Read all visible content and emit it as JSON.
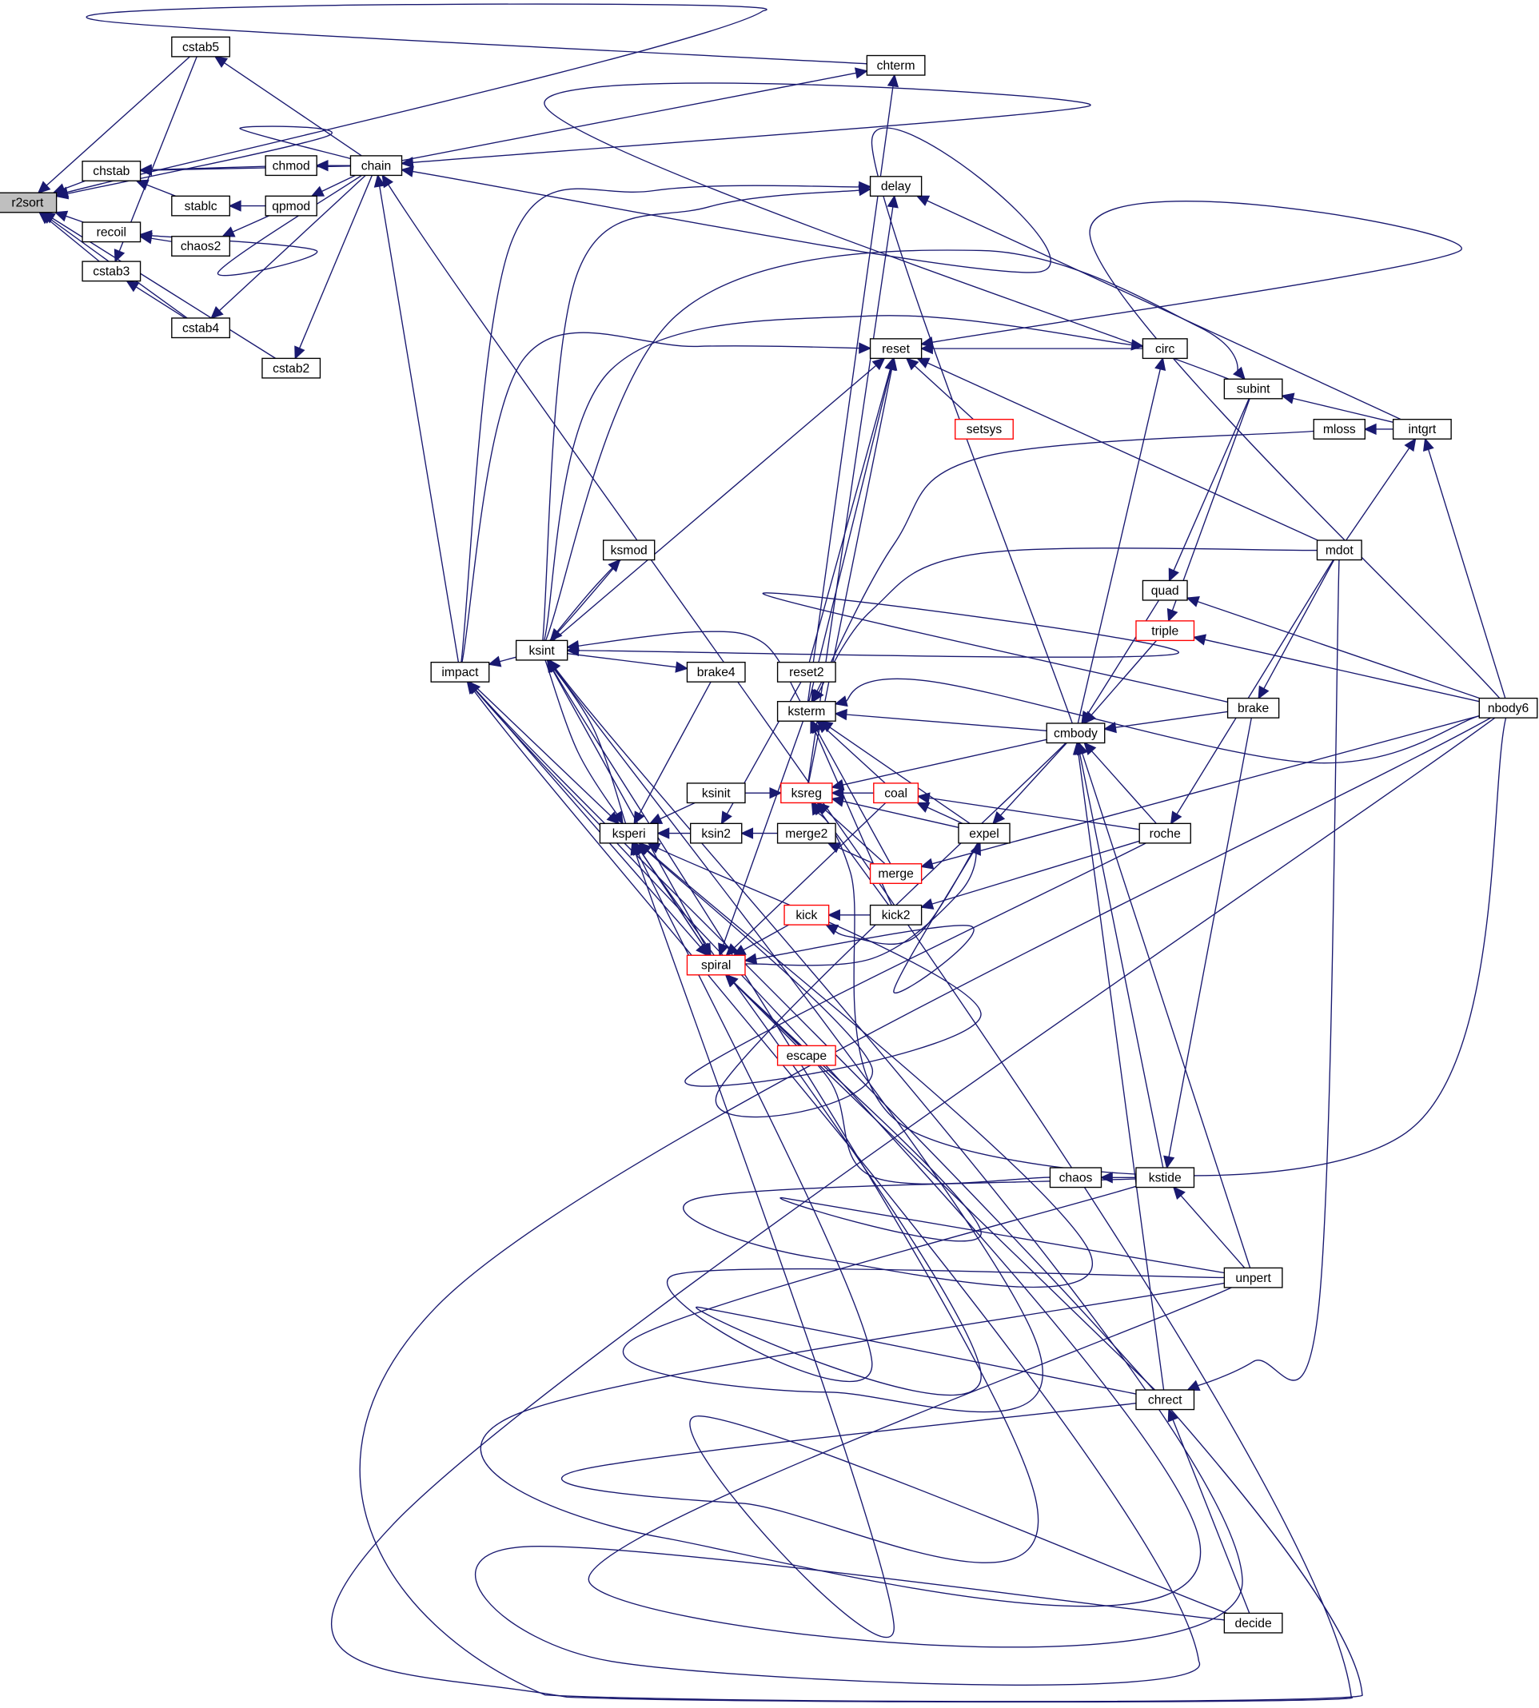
{
  "colors": {
    "edge": "#191970",
    "root_fill": "#bfbfbf",
    "node_border": "#000000",
    "truncated_border": "#ff0000",
    "node_fill": "#ffffff"
  },
  "nodes": [
    {
      "id": "r2sort",
      "label": "r2sort",
      "style": "root"
    },
    {
      "id": "cstab5",
      "label": "cstab5"
    },
    {
      "id": "chstab",
      "label": "chstab"
    },
    {
      "id": "recoil",
      "label": "recoil"
    },
    {
      "id": "cstab3",
      "label": "cstab3"
    },
    {
      "id": "stablc",
      "label": "stablc"
    },
    {
      "id": "chaos2",
      "label": "chaos2"
    },
    {
      "id": "cstab4",
      "label": "cstab4"
    },
    {
      "id": "chmod",
      "label": "chmod"
    },
    {
      "id": "qpmod",
      "label": "qpmod"
    },
    {
      "id": "cstab2",
      "label": "cstab2"
    },
    {
      "id": "chain",
      "label": "chain"
    },
    {
      "id": "chterm",
      "label": "chterm"
    },
    {
      "id": "delay",
      "label": "delay"
    },
    {
      "id": "reset",
      "label": "reset"
    },
    {
      "id": "setsys",
      "label": "setsys",
      "style": "truncated"
    },
    {
      "id": "circ",
      "label": "circ"
    },
    {
      "id": "subint",
      "label": "subint"
    },
    {
      "id": "mloss",
      "label": "mloss"
    },
    {
      "id": "intgrt",
      "label": "intgrt"
    },
    {
      "id": "ksmod",
      "label": "ksmod"
    },
    {
      "id": "ksint",
      "label": "ksint"
    },
    {
      "id": "impact",
      "label": "impact"
    },
    {
      "id": "brake4",
      "label": "brake4"
    },
    {
      "id": "reset2",
      "label": "reset2"
    },
    {
      "id": "ksterm",
      "label": "ksterm"
    },
    {
      "id": "mdot",
      "label": "mdot"
    },
    {
      "id": "quad",
      "label": "quad"
    },
    {
      "id": "triple",
      "label": "triple",
      "style": "truncated"
    },
    {
      "id": "brake",
      "label": "brake"
    },
    {
      "id": "cmbody",
      "label": "cmbody"
    },
    {
      "id": "nbody6",
      "label": "nbody6"
    },
    {
      "id": "ksinit",
      "label": "ksinit"
    },
    {
      "id": "ksreg",
      "label": "ksreg",
      "style": "truncated"
    },
    {
      "id": "coal",
      "label": "coal",
      "style": "truncated"
    },
    {
      "id": "ksperi",
      "label": "ksperi"
    },
    {
      "id": "ksin2",
      "label": "ksin2"
    },
    {
      "id": "merge2",
      "label": "merge2"
    },
    {
      "id": "expel",
      "label": "expel"
    },
    {
      "id": "roche",
      "label": "roche"
    },
    {
      "id": "merge",
      "label": "merge",
      "style": "truncated"
    },
    {
      "id": "kick",
      "label": "kick",
      "style": "truncated"
    },
    {
      "id": "kick2",
      "label": "kick2"
    },
    {
      "id": "spiral",
      "label": "spiral",
      "style": "truncated"
    },
    {
      "id": "escape",
      "label": "escape",
      "style": "truncated"
    },
    {
      "id": "chaos",
      "label": "chaos"
    },
    {
      "id": "kstide",
      "label": "kstide"
    },
    {
      "id": "unpert",
      "label": "unpert"
    },
    {
      "id": "chrect",
      "label": "chrect"
    },
    {
      "id": "decide",
      "label": "decide"
    }
  ],
  "edges": [
    [
      "cstab5",
      "r2sort"
    ],
    [
      "chstab",
      "r2sort"
    ],
    [
      "recoil",
      "r2sort"
    ],
    [
      "cstab3",
      "r2sort"
    ],
    [
      "cstab4",
      "r2sort"
    ],
    [
      "cstab2",
      "r2sort"
    ],
    [
      "chain",
      "r2sort"
    ],
    [
      "chterm",
      "r2sort"
    ],
    [
      "chain",
      "cstab5"
    ],
    [
      "cstab5",
      "cstab3"
    ],
    [
      "cstab4",
      "cstab3"
    ],
    [
      "chain",
      "chstab"
    ],
    [
      "chmod",
      "chstab"
    ],
    [
      "stablc",
      "chstab"
    ],
    [
      "chaos2",
      "recoil"
    ],
    [
      "chain",
      "recoil"
    ],
    [
      "qpmod",
      "stablc"
    ],
    [
      "qpmod",
      "chaos2"
    ],
    [
      "chain",
      "chmod"
    ],
    [
      "chain",
      "qpmod"
    ],
    [
      "chain",
      "cstab4"
    ],
    [
      "chain",
      "cstab2"
    ],
    [
      "chain",
      "chterm"
    ],
    [
      "impact",
      "chain"
    ],
    [
      "subint",
      "chain"
    ],
    [
      "cmbody",
      "chain"
    ],
    [
      "nbody6",
      "chain"
    ],
    [
      "ksterm",
      "chterm"
    ],
    [
      "impact",
      "delay"
    ],
    [
      "ksint",
      "delay"
    ],
    [
      "intgrt",
      "delay"
    ],
    [
      "ksreg",
      "delay"
    ],
    [
      "impact",
      "reset"
    ],
    [
      "ksint",
      "reset"
    ],
    [
      "setsys",
      "reset"
    ],
    [
      "mdot",
      "reset"
    ],
    [
      "ksterm",
      "reset"
    ],
    [
      "ksreg",
      "reset"
    ],
    [
      "nbody6",
      "reset"
    ],
    [
      "circ",
      "reset"
    ],
    [
      "ksint",
      "circ"
    ],
    [
      "cmbody",
      "circ"
    ],
    [
      "ksint",
      "subint"
    ],
    [
      "intgrt",
      "subint"
    ],
    [
      "subint",
      "quad"
    ],
    [
      "subint",
      "triple"
    ],
    [
      "intgrt",
      "mloss"
    ],
    [
      "mloss",
      "ksterm"
    ],
    [
      "mdot",
      "intgrt"
    ],
    [
      "nbody6",
      "intgrt"
    ],
    [
      "ksint",
      "ksmod"
    ],
    [
      "ksmod",
      "ksint"
    ],
    [
      "ksint",
      "impact"
    ],
    [
      "ksint",
      "brake4"
    ],
    [
      "brake4",
      "ksperi"
    ],
    [
      "ksterm",
      "ksint"
    ],
    [
      "brake",
      "ksint"
    ],
    [
      "ksint",
      "ksperi"
    ],
    [
      "ksperi",
      "ksint"
    ],
    [
      "mdot",
      "ksterm"
    ],
    [
      "cmbody",
      "ksterm"
    ],
    [
      "nbody6",
      "ksterm"
    ],
    [
      "expel",
      "ksterm"
    ],
    [
      "coal",
      "ksterm"
    ],
    [
      "merge",
      "ksterm"
    ],
    [
      "kick2",
      "ksterm"
    ],
    [
      "ksterm",
      "spiral"
    ],
    [
      "cmbody",
      "ksreg"
    ],
    [
      "coal",
      "ksreg"
    ],
    [
      "expel",
      "ksreg"
    ],
    [
      "merge",
      "ksreg"
    ],
    [
      "kick2",
      "ksreg"
    ],
    [
      "ksinit",
      "ksreg"
    ],
    [
      "ksinit",
      "ksperi"
    ],
    [
      "ksin2",
      "ksperi"
    ],
    [
      "merge2",
      "ksin2"
    ],
    [
      "reset2",
      "ksin2"
    ],
    [
      "merge",
      "merge2"
    ],
    [
      "expel",
      "coal"
    ],
    [
      "roche",
      "coal"
    ],
    [
      "cmbody",
      "expel"
    ],
    [
      "nbody6",
      "merge"
    ],
    [
      "roche",
      "kick2"
    ],
    [
      "kick2",
      "kick"
    ],
    [
      "expel",
      "kick"
    ],
    [
      "spiral",
      "expel"
    ],
    [
      "expel",
      "spiral"
    ],
    [
      "kick",
      "spiral"
    ],
    [
      "escape",
      "spiral"
    ],
    [
      "coal",
      "spiral"
    ],
    [
      "chaos",
      "spiral"
    ],
    [
      "kstide",
      "chaos"
    ],
    [
      "kstide",
      "cmbody"
    ],
    [
      "brake",
      "kstide"
    ],
    [
      "unpert",
      "kstide"
    ],
    [
      "unpert",
      "cmbody"
    ],
    [
      "chrect",
      "cmbody"
    ],
    [
      "roche",
      "cmbody"
    ],
    [
      "brake",
      "cmbody"
    ],
    [
      "quad",
      "cmbody"
    ],
    [
      "triple",
      "cmbody"
    ],
    [
      "nbody6",
      "quad"
    ],
    [
      "nbody6",
      "triple"
    ],
    [
      "mdot",
      "brake"
    ],
    [
      "mdot",
      "roche"
    ],
    [
      "mdot",
      "chrect"
    ],
    [
      "chrect",
      "spiral"
    ],
    [
      "chrect",
      "ksperi"
    ],
    [
      "decide",
      "chrect"
    ],
    [
      "decide",
      "ksperi"
    ],
    [
      "decide",
      "impact"
    ],
    [
      "unpert",
      "ksint"
    ],
    [
      "unpert",
      "ksperi"
    ],
    [
      "unpert",
      "spiral"
    ],
    [
      "kstide",
      "ksperi"
    ],
    [
      "kstide",
      "ksint"
    ],
    [
      "chrect",
      "ksint"
    ],
    [
      "unpert",
      "impact"
    ],
    [
      "roche",
      "ksperi"
    ],
    [
      "cmbody",
      "ksperi"
    ],
    [
      "impact",
      "ksperi"
    ],
    [
      "impact",
      "spiral"
    ],
    [
      "ksint",
      "spiral"
    ],
    [
      "ksperi",
      "spiral"
    ],
    [
      "spiral",
      "ksperi"
    ],
    [
      "nbody6",
      "ksreg"
    ],
    [
      "reset2",
      "reset"
    ],
    [
      "nbody6",
      "impact"
    ]
  ]
}
